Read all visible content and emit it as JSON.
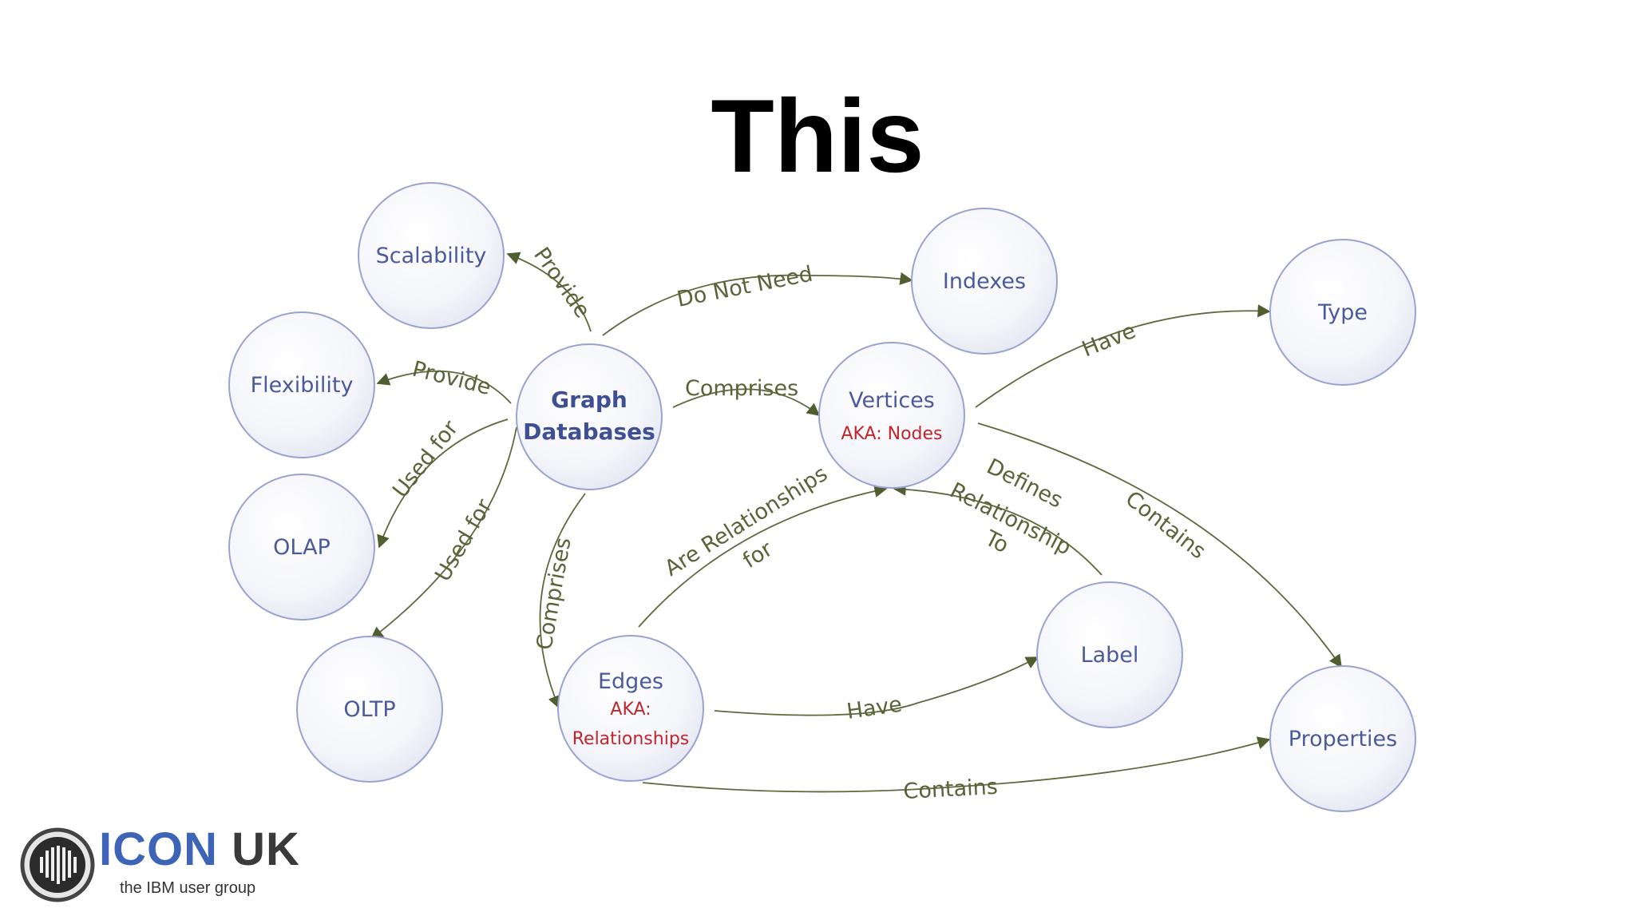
{
  "title": "This",
  "nodes": {
    "scalability": "Scalability",
    "flexibility": "Flexibility",
    "olap": "OLAP",
    "oltp": "OLTP",
    "graph_databases": [
      "Graph",
      "Databases"
    ],
    "indexes": "Indexes",
    "vertices": "Vertices",
    "vertices_aka": "AKA: Nodes",
    "type": "Type",
    "edges": "Edges",
    "edges_aka": [
      "AKA:",
      "Relationships"
    ],
    "label": "Label",
    "properties": "Properties"
  },
  "edges": {
    "provide_scalability": "Provide",
    "provide_flexibility": "Provide",
    "used_for_olap": "Used for",
    "used_for_oltp": "Used for",
    "do_not_need": "Do Not Need",
    "comprises_vertices": "Comprises",
    "comprises_edges": "Comprises",
    "have_type": "Have",
    "contains_properties_v": "Contains",
    "are_relationships_for": [
      "Are Relationships",
      "for"
    ],
    "defines_relationship_to": [
      "Defines",
      "Relationship",
      "To"
    ],
    "have_label": "Have",
    "contains_properties_e": "Contains"
  },
  "logo": {
    "name_part1": "ICON",
    "name_part2": " UK",
    "tagline": "the IBM user group"
  },
  "colors": {
    "node_text": "#4a5a9a",
    "aka_text": "#c0262d",
    "edge_line": "#5c6a3c",
    "edge_label": "#5a6438",
    "logo_blue": "#3d64b6"
  }
}
